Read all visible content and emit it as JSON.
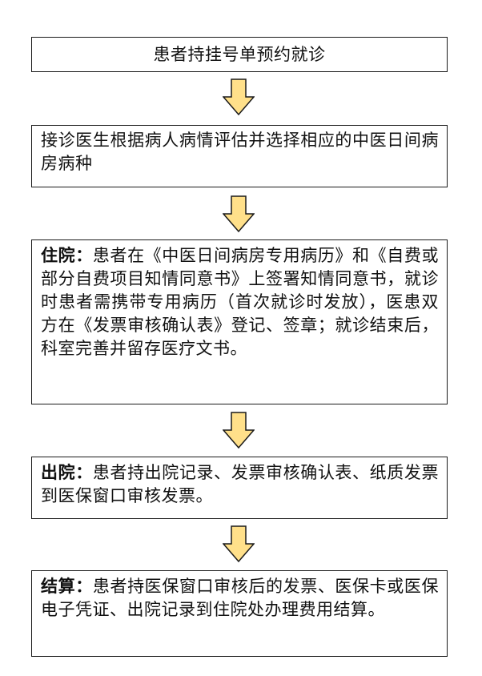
{
  "colors": {
    "arrow_fill": "#ffe08a",
    "arrow_stroke": "#1a1a1a",
    "border": "#1a1a1a",
    "text": "#111111"
  },
  "steps": [
    {
      "heading": "",
      "text": "患者持挂号单预约就诊"
    },
    {
      "heading": "",
      "text": "接诊医生根据病人病情评估并选择相应的中医日间病房病种"
    },
    {
      "heading": "住院：",
      "text": "患者在《中医日间病房专用病历》和《自费或部分自费项目知情同意书》上签署知情同意书，就诊时患者需携带专用病历（首次就诊时发放），医患双方在《发票审核确认表》登记、签章；就诊结束后，科室完善并留存医疗文书。"
    },
    {
      "heading": "出院：",
      "text": "患者持出院记录、发票审核确认表、纸质发票到医保窗口审核发票。"
    },
    {
      "heading": "结算：",
      "text": "患者持医保窗口审核后的发票、医保卡或医保电子凭证、出院记录到住院处办理费用结算。"
    }
  ]
}
